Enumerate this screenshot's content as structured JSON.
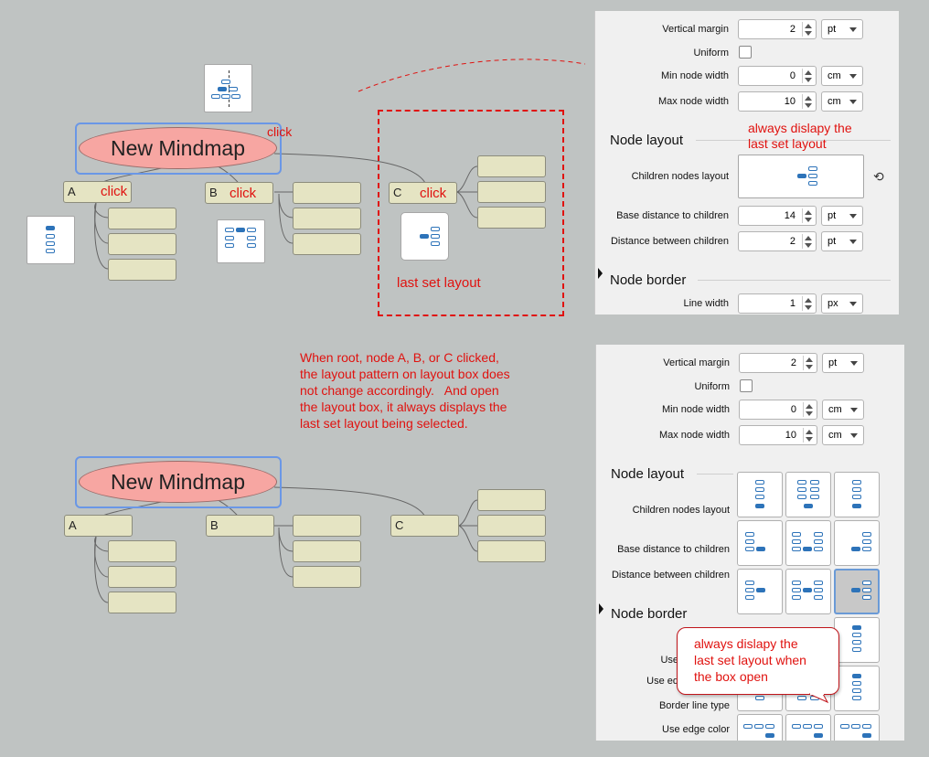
{
  "top": {
    "root_label": "New Mindmap",
    "node_a": "A",
    "node_b": "B",
    "node_c": "C",
    "click_label": "click",
    "last_set_label": "last set layout"
  },
  "bottom": {
    "root_label": "New Mindmap",
    "node_a": "A",
    "node_b": "B",
    "node_c": "C"
  },
  "description": "When root, node A, B, or C clicked,\nthe layout pattern on layout box does\nnot change accordingly.   And open\nthe layout box, it always displays the\nlast set layout being selected.",
  "panel_top": {
    "vertical_margin_label": "Vertical margin",
    "vertical_margin_value": "2",
    "vertical_margin_unit": "pt",
    "uniform_label": "Uniform",
    "min_width_label": "Min node width",
    "min_width_value": "0",
    "min_width_unit": "cm",
    "max_width_label": "Max node width",
    "max_width_value": "10",
    "max_width_unit": "cm",
    "node_layout_header": "Node layout",
    "annotation": "always dislapy the\nlast set layout",
    "children_layout_label": "Children nodes layout",
    "base_distance_label": "Base distance to children",
    "base_distance_value": "14",
    "base_distance_unit": "pt",
    "between_label": "Distance between children",
    "between_value": "2",
    "between_unit": "pt",
    "node_border_header": "Node border",
    "line_width_label": "Line width",
    "line_width_value": "1",
    "line_width_unit": "px"
  },
  "panel_bottom": {
    "vertical_margin_label": "Vertical margin",
    "vertical_margin_value": "2",
    "vertical_margin_unit": "pt",
    "uniform_label": "Uniform",
    "min_width_label": "Min node width",
    "min_width_value": "0",
    "min_width_unit": "cm",
    "max_width_label": "Max node width",
    "max_width_value": "10",
    "max_width_unit": "cm",
    "node_layout_header": "Node layout",
    "children_layout_label": "Children nodes layout",
    "base_distance_label": "Base distance to children",
    "between_label": "Distance between children",
    "node_border_header": "Node border",
    "use1_label": "Use",
    "use2_label": "Use ed",
    "border_line_type_label": "Border line type",
    "use_edge_color_label": "Use edge color",
    "callout": "always dislapy the\nlast set layout when\nthe box open"
  },
  "colors": {
    "accent_red": "#e0120f",
    "node_fill": "#e5e4c3",
    "root_fill": "#f7a6a2",
    "selection": "#6a97e6",
    "icon_blue": "#2d73b9"
  }
}
